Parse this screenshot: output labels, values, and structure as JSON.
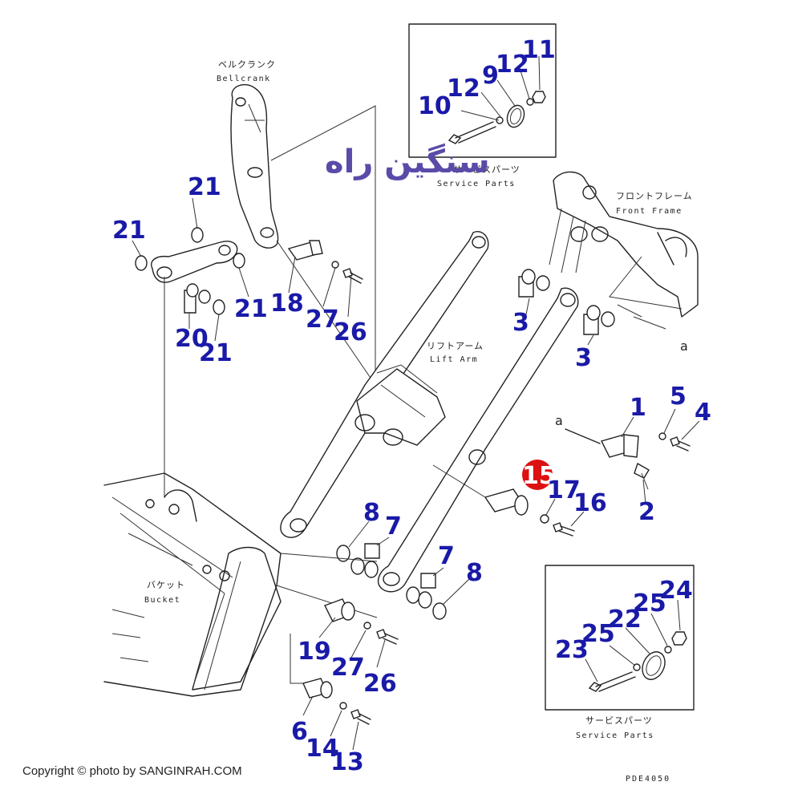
{
  "labels": {
    "bellcrank_jp": "ベルクランク",
    "bellcrank_en": "Bellcrank",
    "service_parts_top_jp": "サービスパーツ",
    "service_parts_top_en": "Service Parts",
    "front_frame_jp": "フロントフレーム",
    "front_frame_en": "Front Frame",
    "lift_arm_jp": "リフトアーム",
    "lift_arm_en": "Lift Arm",
    "bucket_jp": "バケット",
    "bucket_en": "Bucket",
    "service_parts_bottom_jp": "サービスパーツ",
    "service_parts_bottom_en": "Service Parts",
    "arrow_a_right": "a",
    "arrow_a_left": "a"
  },
  "part_numbers": {
    "p10": "10",
    "p12a": "12",
    "p9": "9",
    "p12b": "12",
    "p11": "11",
    "p21a": "21",
    "p21b": "21",
    "p21c": "21",
    "p21d": "21",
    "p18": "18",
    "p27a": "27",
    "p26a": "26",
    "p20": "20",
    "p3a": "3",
    "p3b": "3",
    "p1": "1",
    "p5": "5",
    "p4": "4",
    "p2": "2",
    "p15": "15",
    "p17": "17",
    "p16": "16",
    "p8a": "8",
    "p7a": "7",
    "p7b": "7",
    "p8b": "8",
    "p19": "19",
    "p27b": "27",
    "p26b": "26",
    "p6": "6",
    "p14": "14",
    "p13": "13",
    "p23": "23",
    "p25a": "25",
    "p22": "22",
    "p25b": "25",
    "p24": "24"
  },
  "watermark": "سنگین راه",
  "copyright": "Copyright © photo by SANGINRAH.COM",
  "drawing_code": "PDE4050",
  "colors": {
    "callout": "#1a1aa8",
    "highlight": "#dd1111",
    "watermark": "#5a4ba8"
  }
}
